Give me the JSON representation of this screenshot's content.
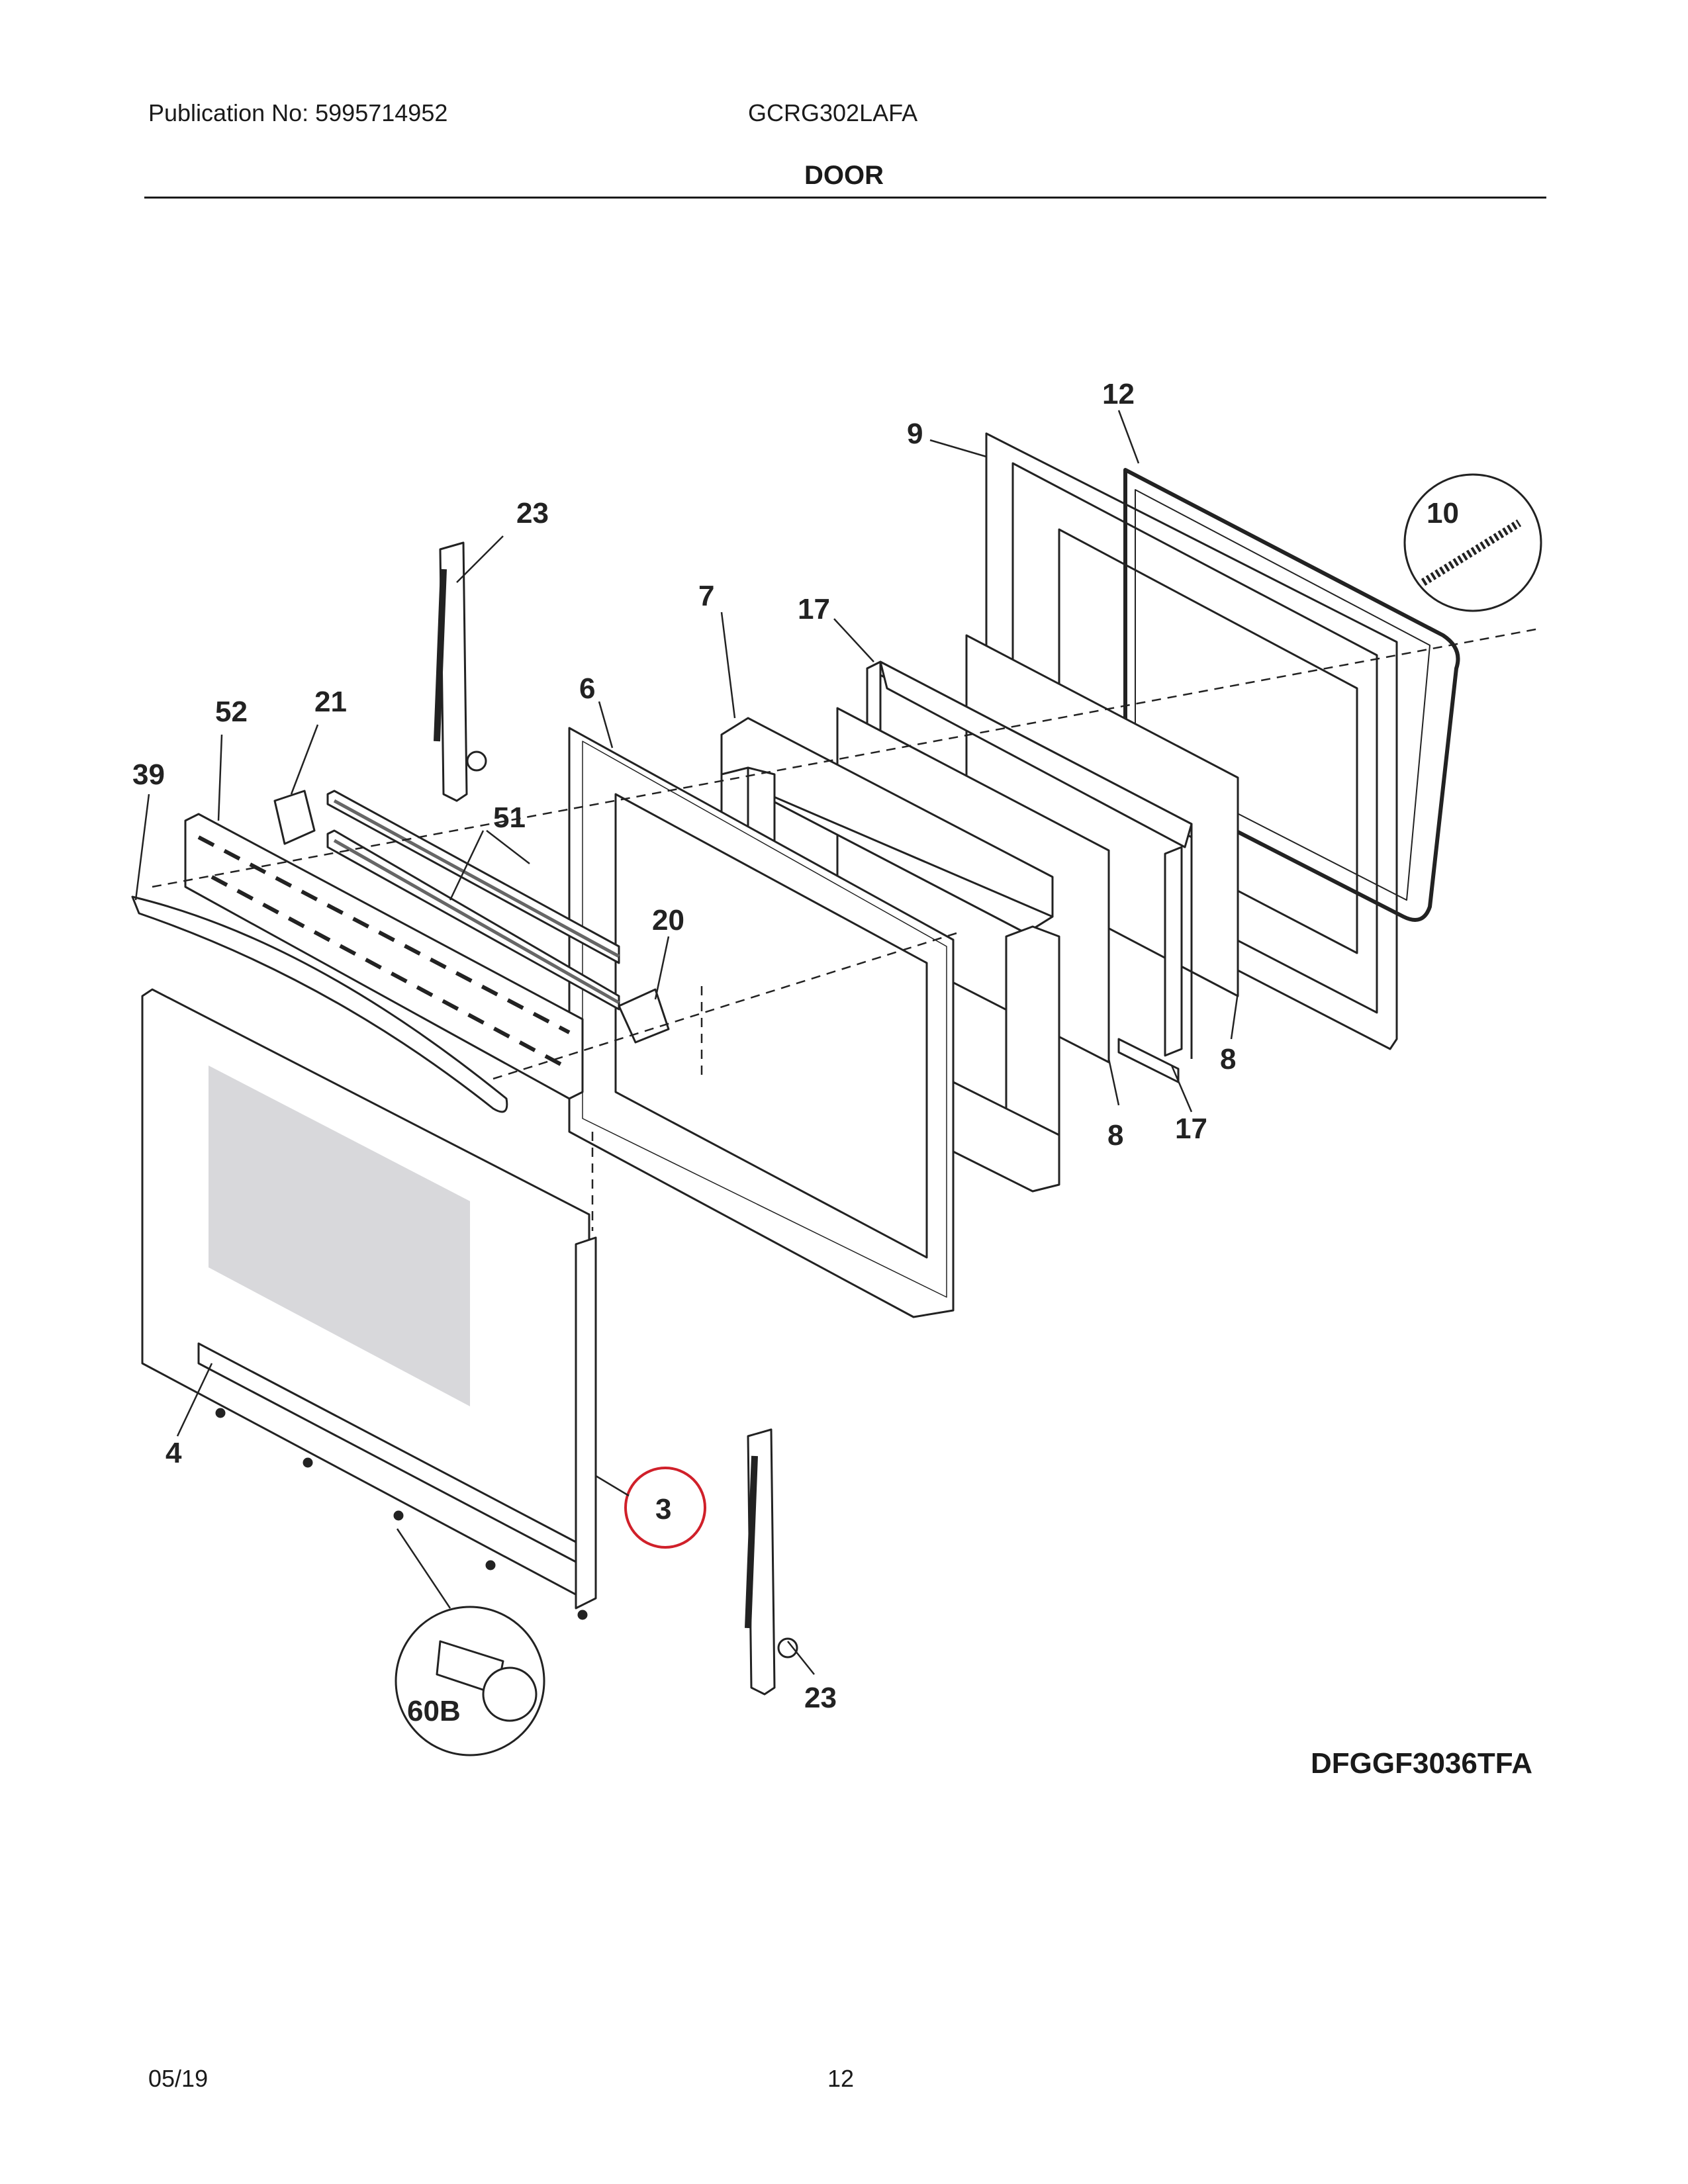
{
  "header": {
    "publication": "Publication No: 5995714952",
    "model": "GCRG302LAFA",
    "section_title": "DOOR"
  },
  "diagram": {
    "code": "DFGGF3036TFA",
    "callouts": [
      {
        "id": "c12",
        "label": "12"
      },
      {
        "id": "c9",
        "label": "9"
      },
      {
        "id": "c10",
        "label": "10"
      },
      {
        "id": "c23a",
        "label": "23"
      },
      {
        "id": "c7",
        "label": "7"
      },
      {
        "id": "c17a",
        "label": "17"
      },
      {
        "id": "c6",
        "label": "6"
      },
      {
        "id": "c52",
        "label": "52"
      },
      {
        "id": "c21",
        "label": "21"
      },
      {
        "id": "c39",
        "label": "39"
      },
      {
        "id": "c51",
        "label": "51"
      },
      {
        "id": "c20",
        "label": "20"
      },
      {
        "id": "c8a",
        "label": "8"
      },
      {
        "id": "c8b",
        "label": "8"
      },
      {
        "id": "c17b",
        "label": "17"
      },
      {
        "id": "c4",
        "label": "4"
      },
      {
        "id": "c3",
        "label": "3"
      },
      {
        "id": "c60b",
        "label": "60B"
      },
      {
        "id": "c23b",
        "label": "23"
      }
    ],
    "highlight_color": "#d0202a",
    "glass_color": "#d8d8db"
  },
  "footer": {
    "date": "05/19",
    "page": "12"
  }
}
